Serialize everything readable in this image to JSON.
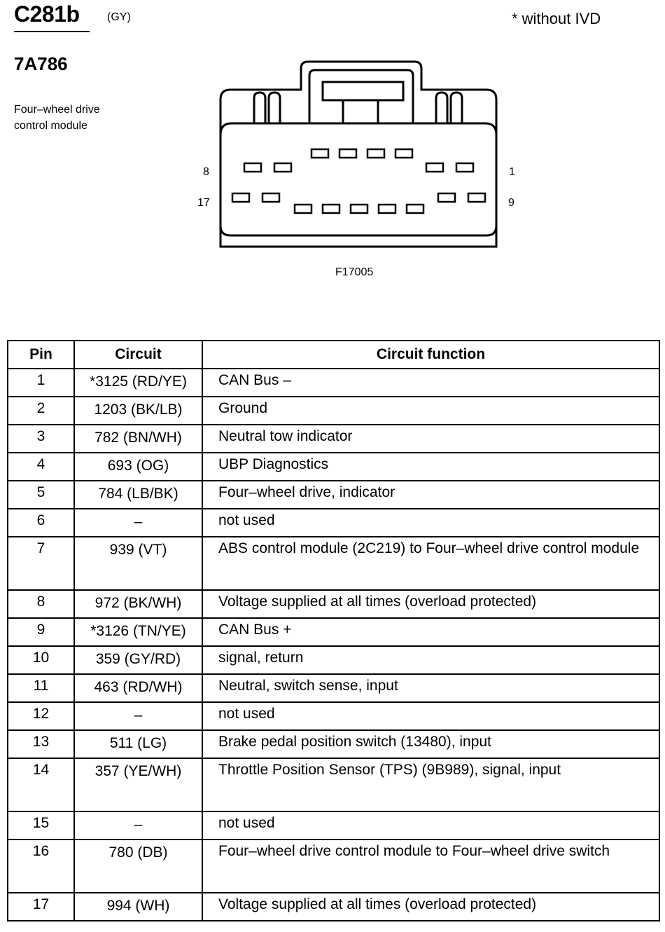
{
  "connector": {
    "id": "C281b",
    "color": "(GY)",
    "note": "*   without IVD",
    "part_number": "7A786",
    "description_line1": "Four–wheel drive",
    "description_line2": "control module",
    "figure_code": "F17005",
    "pin_labels": {
      "top_left": "8",
      "top_right": "1",
      "bottom_left": "17",
      "bottom_right": "9"
    }
  },
  "table": {
    "headers": {
      "pin": "Pin",
      "circuit": "Circuit",
      "function": "Circuit function"
    },
    "rows": [
      {
        "pin": "1",
        "circuit": "*3125 (RD/YE)",
        "function": "CAN Bus –"
      },
      {
        "pin": "2",
        "circuit": "1203 (BK/LB)",
        "function": "Ground"
      },
      {
        "pin": "3",
        "circuit": "782 (BN/WH)",
        "function": "Neutral tow indicator"
      },
      {
        "pin": "4",
        "circuit": "693 (OG)",
        "function": "UBP Diagnostics"
      },
      {
        "pin": "5",
        "circuit": "784 (LB/BK)",
        "function": "Four–wheel drive, indicator"
      },
      {
        "pin": "6",
        "circuit": "–",
        "function": "not used"
      },
      {
        "pin": "7",
        "circuit": "939 (VT)",
        "function": "ABS control module (2C219) to Four–wheel drive control module"
      },
      {
        "pin": "8",
        "circuit": "972 (BK/WH)",
        "function": "Voltage supplied at all times (overload protected)"
      },
      {
        "pin": "9",
        "circuit": "*3126 (TN/YE)",
        "function": "CAN Bus +"
      },
      {
        "pin": "10",
        "circuit": "359 (GY/RD)",
        "function": "signal, return"
      },
      {
        "pin": "11",
        "circuit": "463 (RD/WH)",
        "function": "Neutral, switch sense, input"
      },
      {
        "pin": "12",
        "circuit": "–",
        "function": "not used"
      },
      {
        "pin": "13",
        "circuit": "511 (LG)",
        "function": "Brake pedal position switch (13480), input"
      },
      {
        "pin": "14",
        "circuit": "357 (YE/WH)",
        "function": "Throttle Position Sensor (TPS) (9B989), signal, input"
      },
      {
        "pin": "15",
        "circuit": "–",
        "function": "not used"
      },
      {
        "pin": "16",
        "circuit": "780 (DB)",
        "function": "Four–wheel drive control module to Four–wheel drive switch"
      },
      {
        "pin": "17",
        "circuit": "994 (WH)",
        "function": "Voltage supplied at all times (overload protected)"
      }
    ]
  }
}
